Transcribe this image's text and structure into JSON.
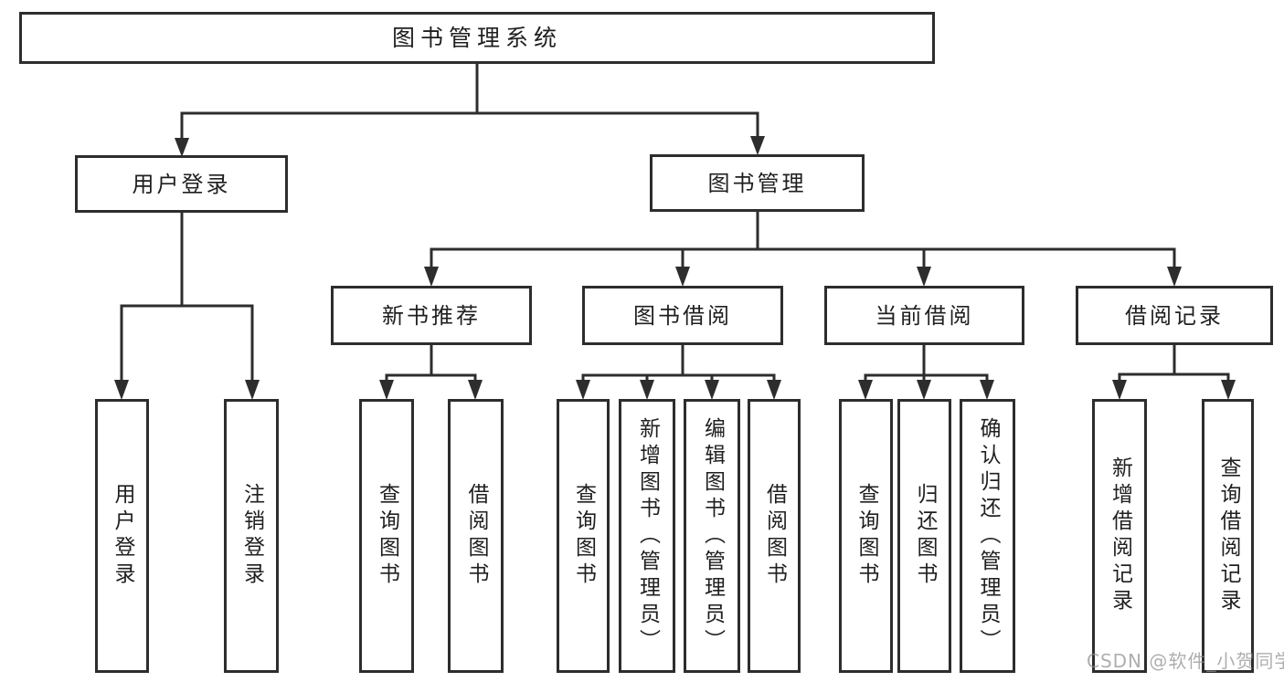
{
  "tree": {
    "root": {
      "label": "图书管理系统"
    },
    "level2": [
      {
        "label": "用户登录",
        "leaves": [
          {
            "label": "用户登录"
          },
          {
            "label": "注销登录"
          }
        ]
      },
      {
        "label": "图书管理",
        "groups": [
          {
            "label": "新书推荐",
            "leaves": [
              {
                "label": "查询图书"
              },
              {
                "label": "借阅图书"
              }
            ]
          },
          {
            "label": "图书借阅",
            "leaves": [
              {
                "label": "查询图书"
              },
              {
                "label": "新增图书（管理员）"
              },
              {
                "label": "编辑图书（管理员）"
              },
              {
                "label": "借阅图书"
              }
            ]
          },
          {
            "label": "当前借阅",
            "leaves": [
              {
                "label": "查询图书"
              },
              {
                "label": "归还图书"
              },
              {
                "label": "确认归还（管理员）"
              }
            ]
          },
          {
            "label": "借阅记录",
            "leaves": [
              {
                "label": "新增借阅记录"
              },
              {
                "label": "查询借阅记录"
              }
            ]
          }
        ]
      }
    ]
  },
  "watermark": {
    "text": "CSDN @软件_小贺同学"
  },
  "colors": {
    "line": "#2d2d2d",
    "text": "#1f1f1f",
    "watermark": "#8f8f8f",
    "background": "#ffffff"
  }
}
